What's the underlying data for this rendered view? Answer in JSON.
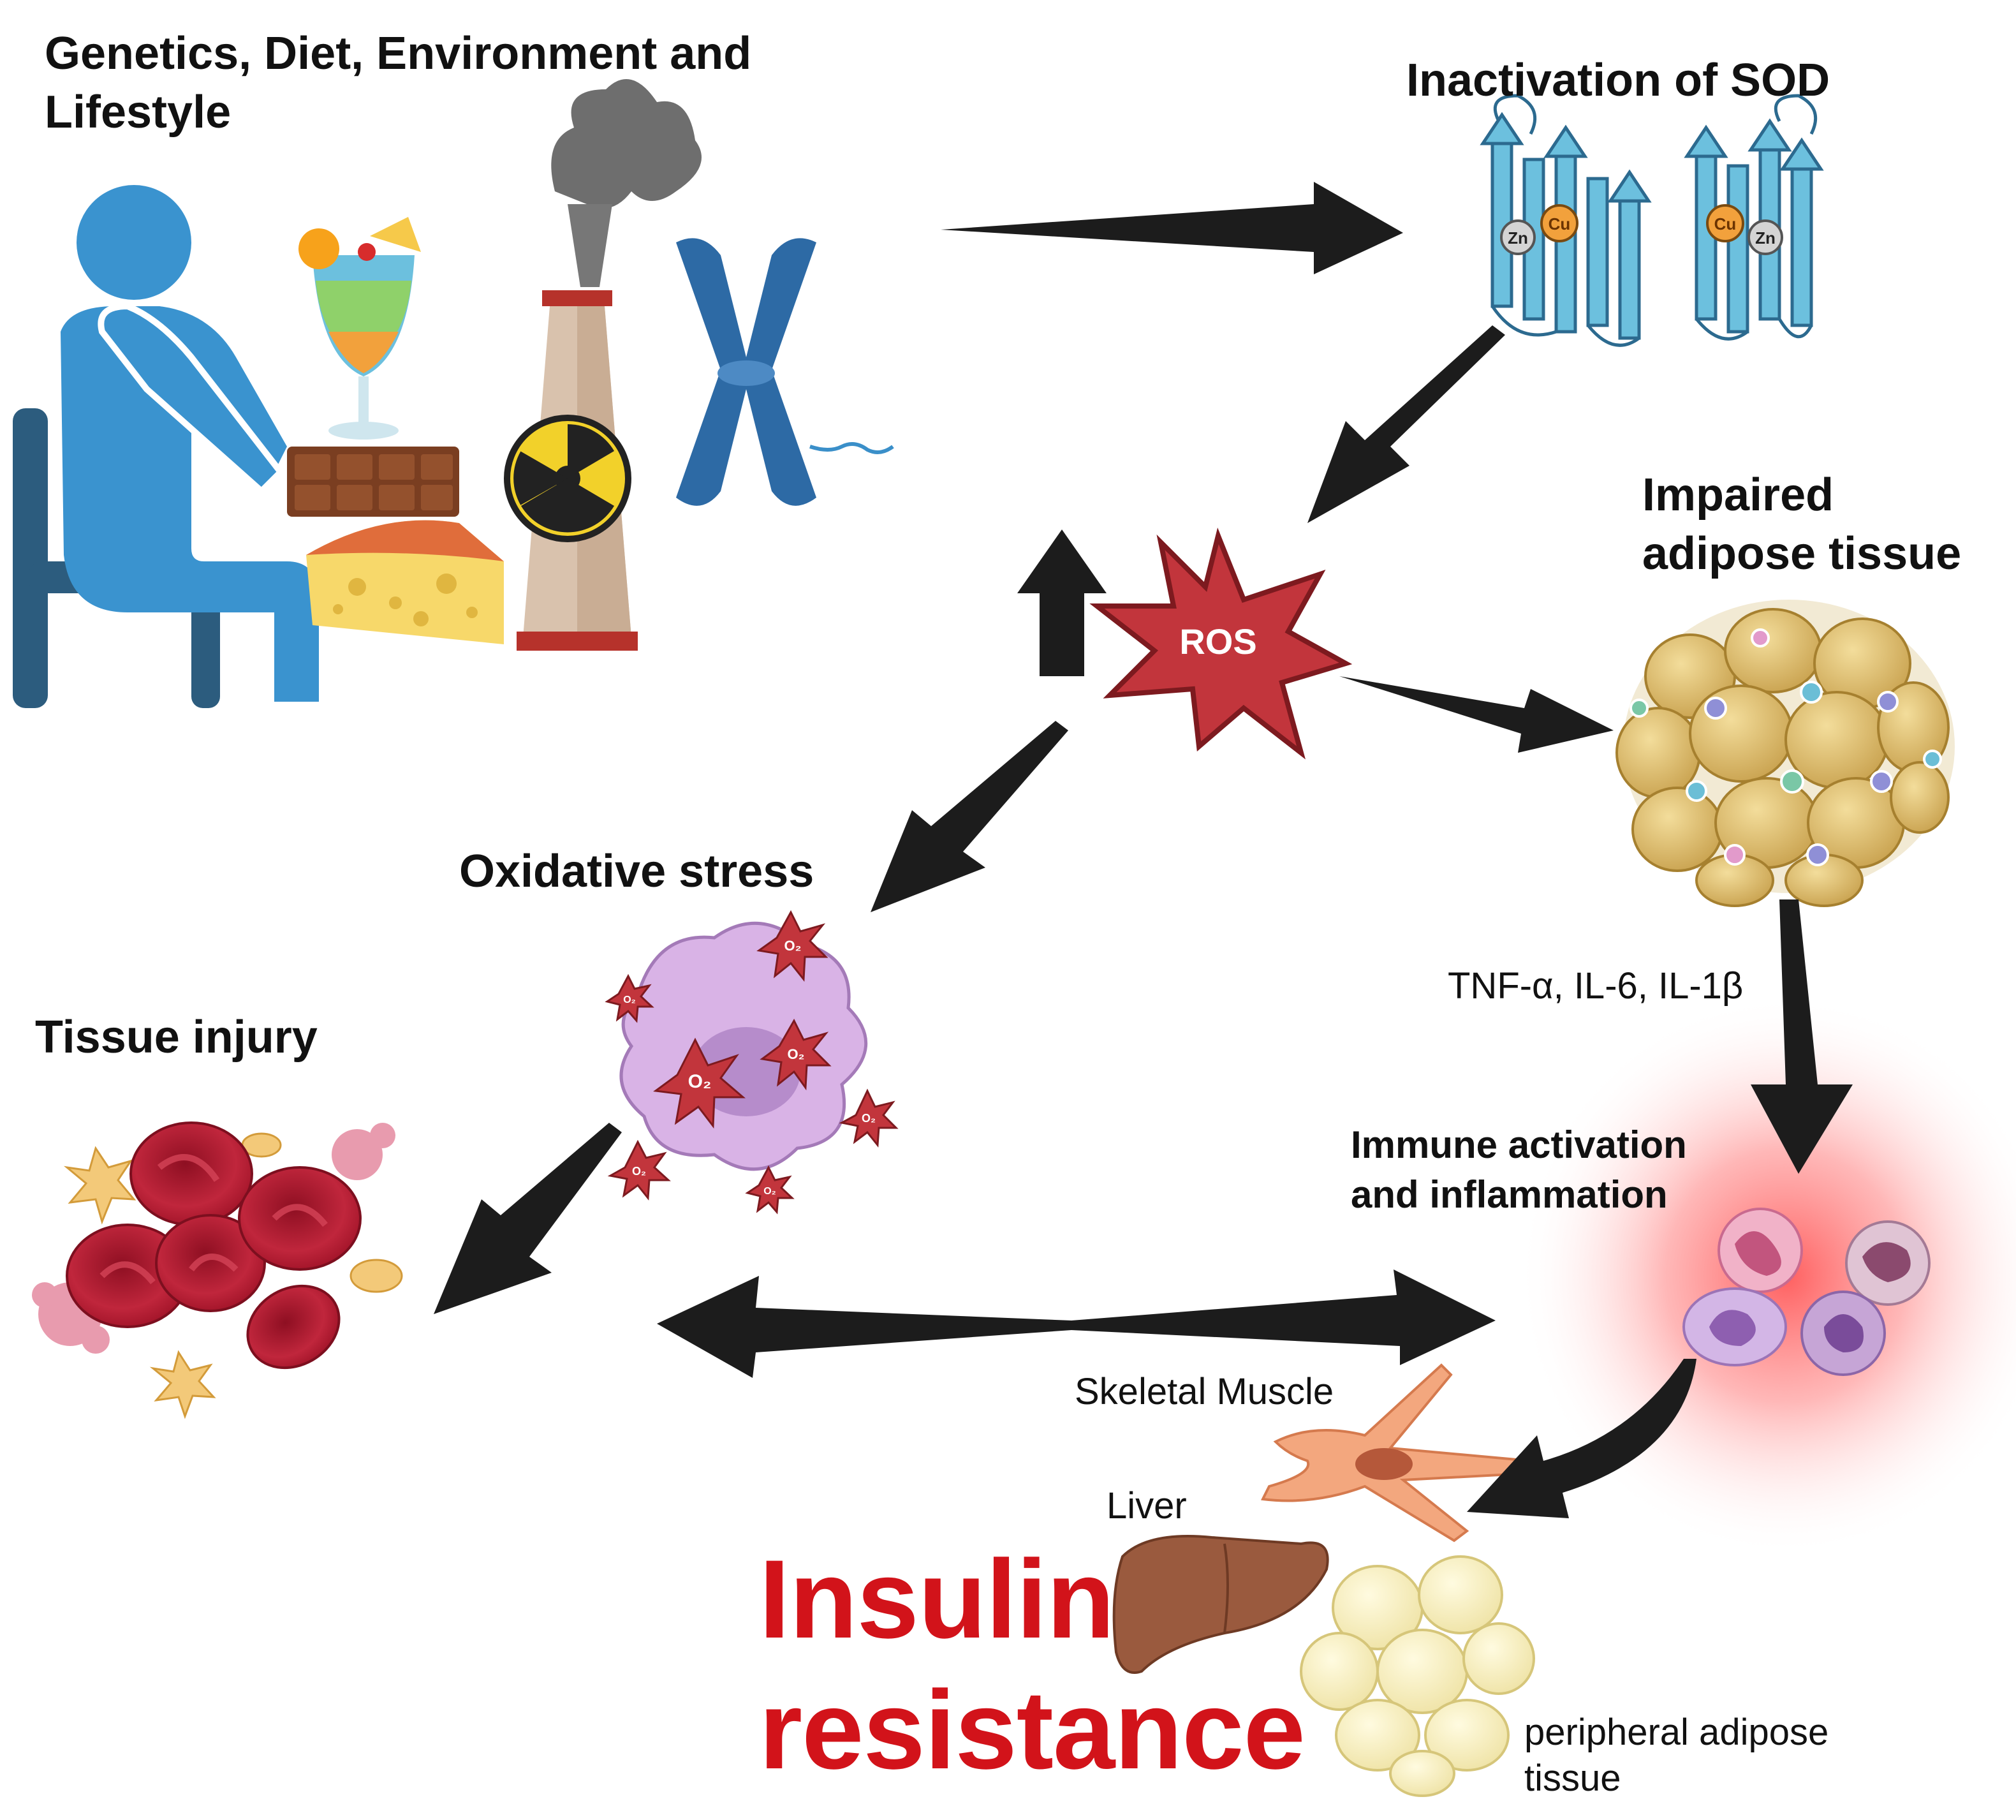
{
  "labels": {
    "genetics": "Genetics, Diet, Environment and Lifestyle",
    "sod": "Inactivation of SOD",
    "impaired": "Impaired adipose tissue",
    "oxidative": "Oxidative stress",
    "tissue_injury": "Tissue injury",
    "cytokines": "TNF-α, IL-6, IL-1β",
    "immune": "Immune activation and inflammation",
    "skeletal": "Skeletal Muscle",
    "liver": "Liver",
    "insulin": "Insulin resistance",
    "peripheral": "peripheral adipose tissue",
    "ros": "ROS",
    "cu": "Cu",
    "zn": "Zn",
    "o2": "O₂"
  },
  "colors": {
    "arrow": "#1c1c1c",
    "ros_fill": "#c2353c",
    "insulin_text": "#d2131a",
    "person": "#3a93cf",
    "chair": "#2c5c7e",
    "protein": "#6cc0de",
    "adipocyte": "#d8b66a",
    "rbc": "#b51f33",
    "liver": "#9a5a3e"
  },
  "icons": [
    "person-at-table-icon",
    "cocktail-icon",
    "chocolate-icon",
    "cheese-icon",
    "smokestack-icon",
    "radiation-icon",
    "chromosome-icon",
    "sod-protein-icon",
    "ros-burst-icon",
    "adipose-tissue-icon",
    "oxidative-cell-icon",
    "red-blood-cells-icon",
    "immune-cells-icon",
    "muscle-cell-icon",
    "liver-icon",
    "peripheral-adipose-icon"
  ]
}
